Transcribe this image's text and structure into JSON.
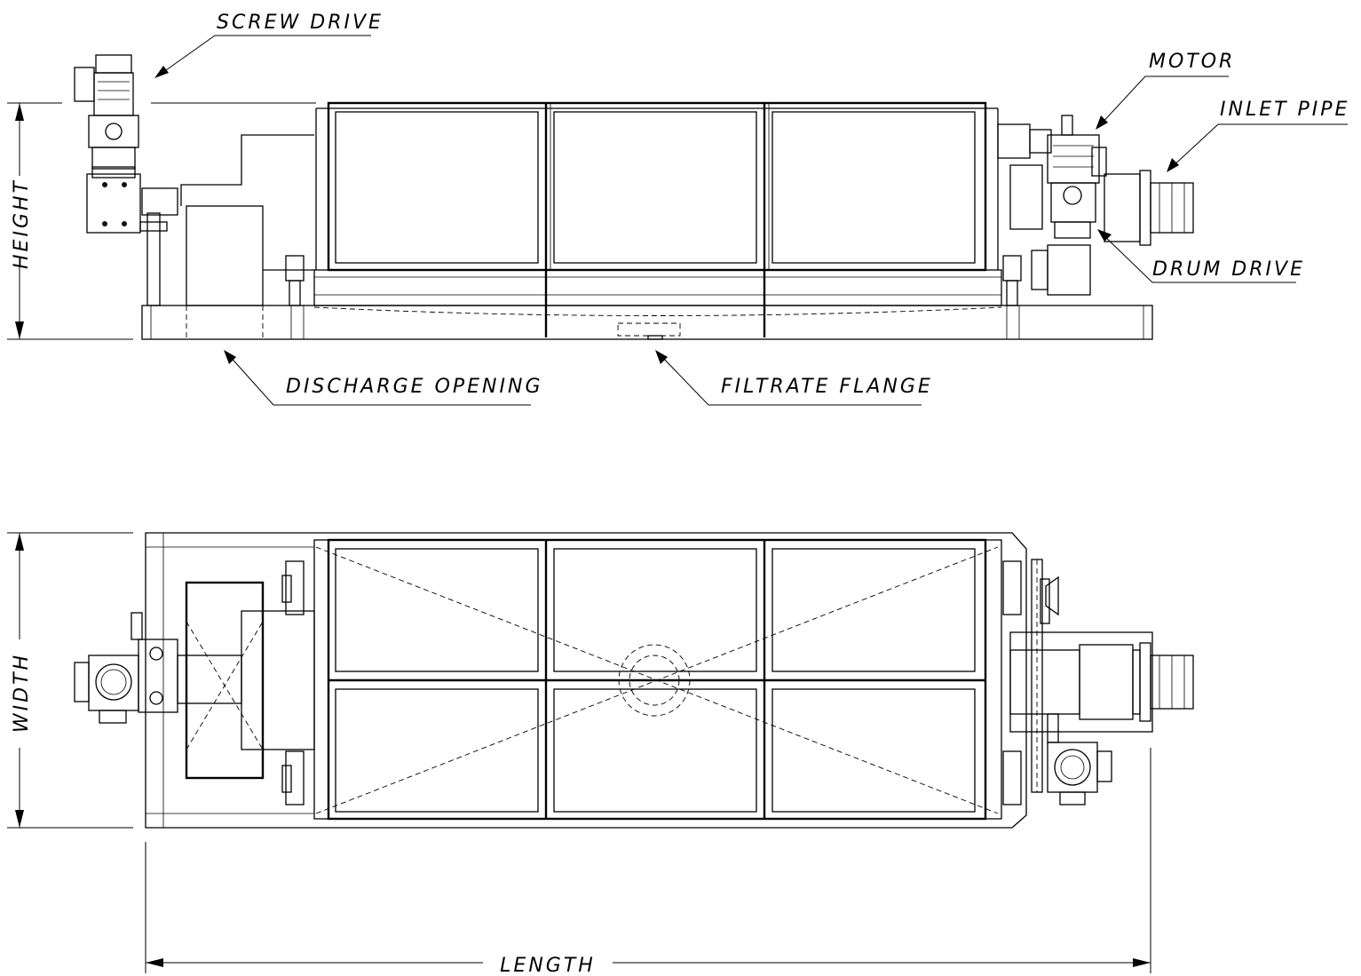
{
  "labels": {
    "screw_drive": "SCREW DRIVE",
    "motor": "MOTOR",
    "inlet_pipe": "INLET PIPE",
    "drum_drive": "DRUM DRIVE",
    "discharge_opening": "DISCHARGE OPENING",
    "filtrate_flange": "FILTRATE FLANGE"
  },
  "dimensions": {
    "height": "HEIGHT",
    "width": "WIDTH",
    "length": "LENGTH"
  }
}
